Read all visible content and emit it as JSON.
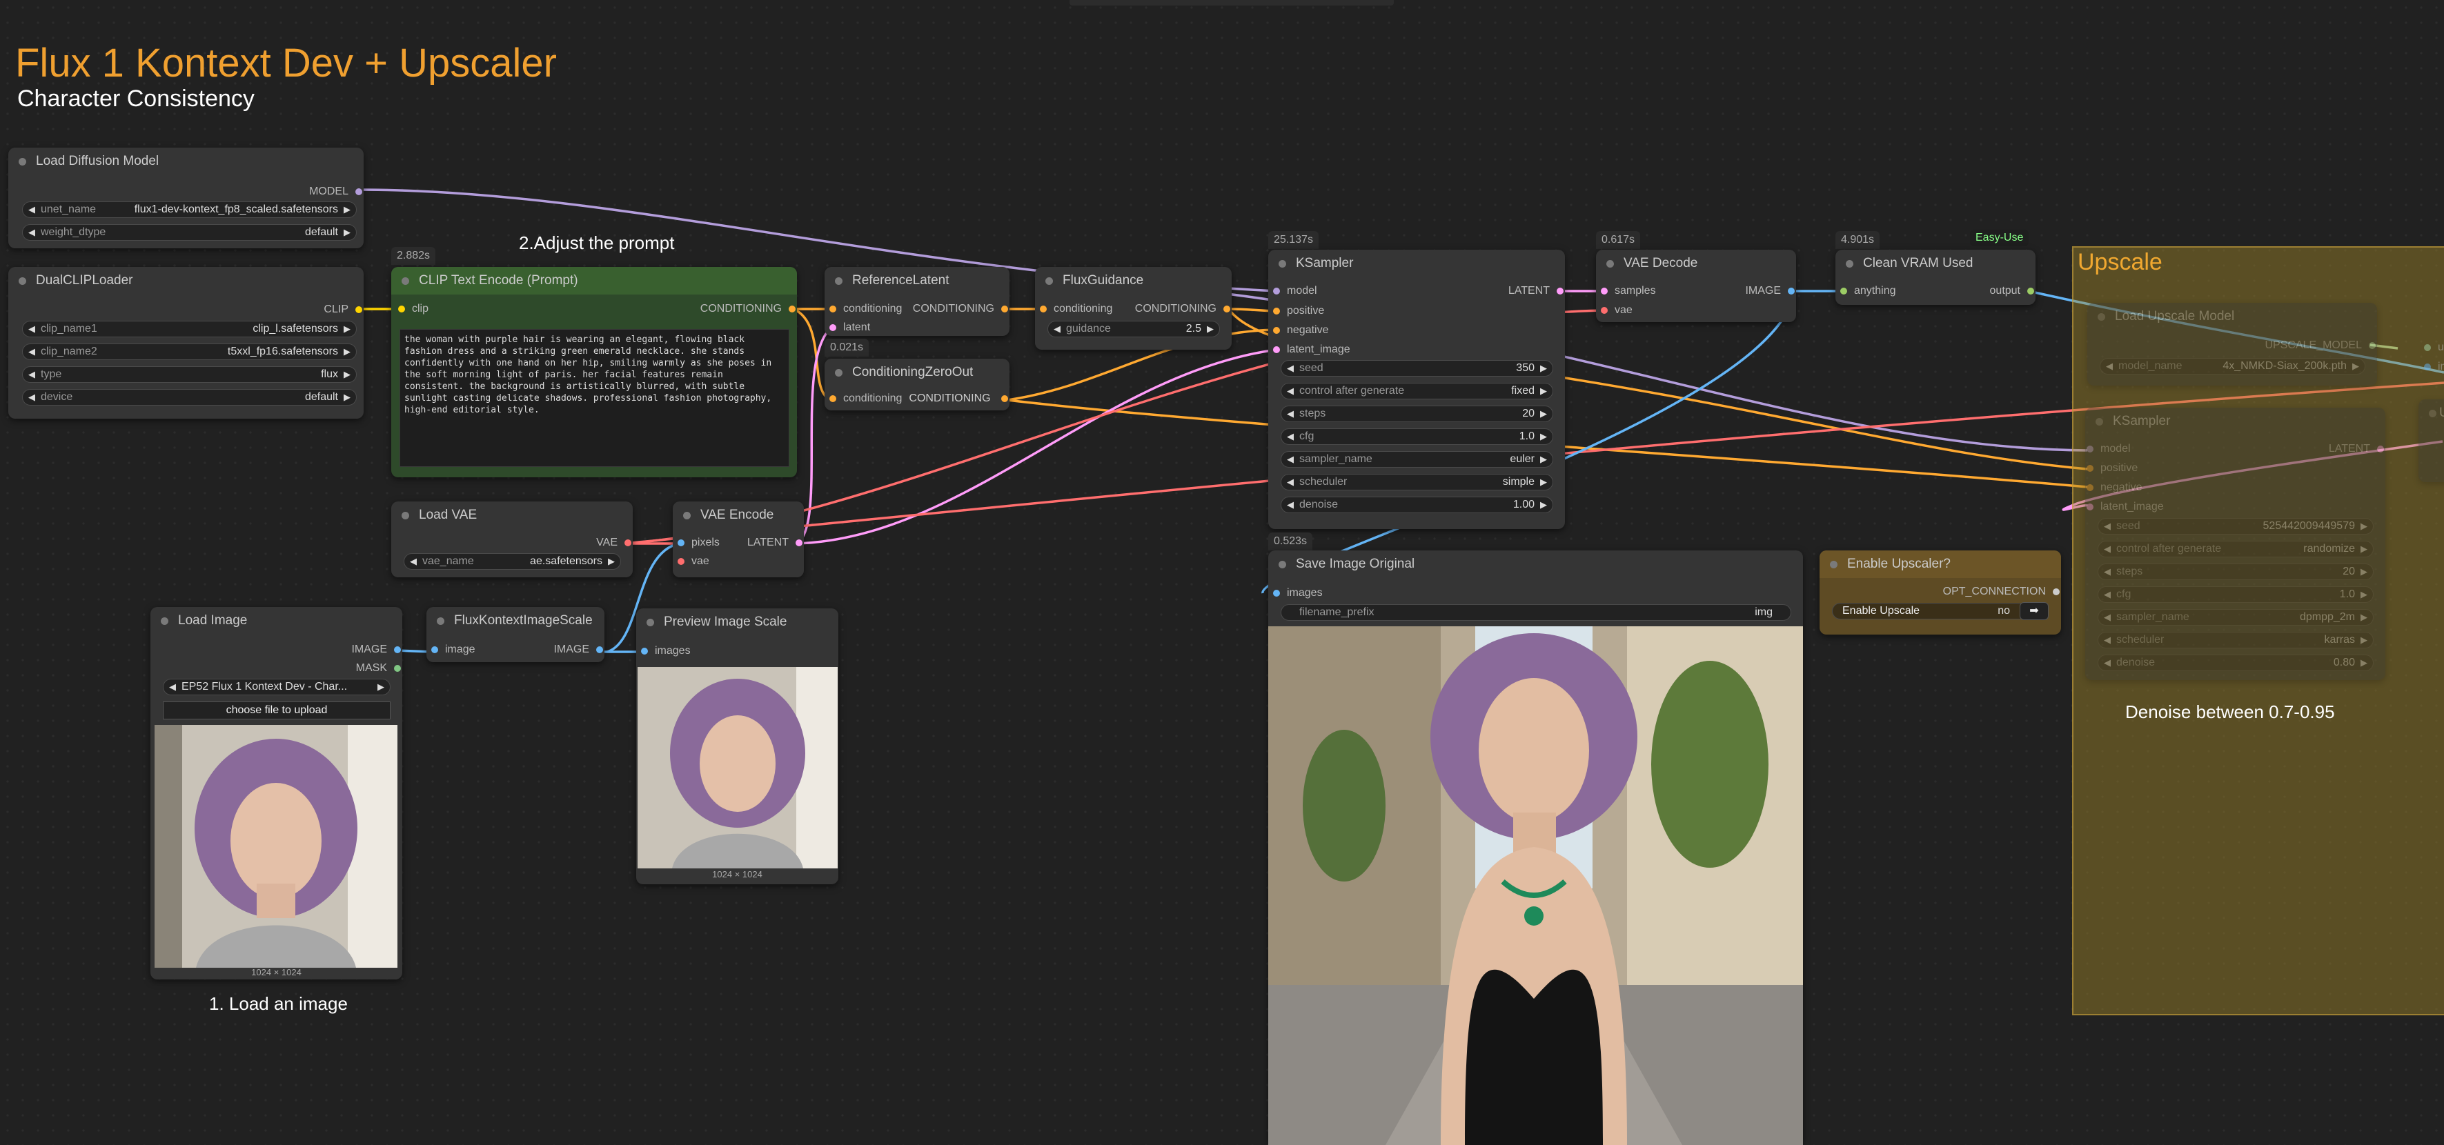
{
  "header": {
    "title": "Flux 1 Kontext Dev + Upscaler",
    "subtitle": "Character Consistency"
  },
  "notes": {
    "adjust_prompt": "2.Adjust the prompt",
    "load_image": "1. Load an image",
    "denoise": "Denoise between 0.7-0.95"
  },
  "badge": "Easy-Use",
  "timings": {
    "clip": "2.882s",
    "czero": "0.021s",
    "ksampler": "25.137s",
    "vae_decode": "0.617s",
    "clean_vram": "4.901s",
    "save": "0.523s"
  },
  "nodes": {
    "load_diffusion": {
      "title": "Load Diffusion Model",
      "out_model": "MODEL",
      "unet_label": "unet_name",
      "unet_value": "flux1-dev-kontext_fp8_scaled.safetensors",
      "dtype_label": "weight_dtype",
      "dtype_value": "default"
    },
    "dual_clip": {
      "title": "DualCLIPLoader",
      "out_clip": "CLIP",
      "clip1_label": "clip_name1",
      "clip1_value": "clip_l.safetensors",
      "clip2_label": "clip_name2",
      "clip2_value": "t5xxl_fp16.safetensors",
      "type_label": "type",
      "type_value": "flux",
      "device_label": "device",
      "device_value": "default"
    },
    "clip_encode": {
      "title": "CLIP Text Encode (Prompt)",
      "in_clip": "clip",
      "out_cond": "CONDITIONING",
      "prompt": "the woman with purple hair is wearing an elegant, flowing black fashion dress and a striking green emerald necklace. she stands confidently with one hand on her hip, smiling warmly as she poses in the soft morning light of paris. her facial features remain consistent. the background is artistically blurred, with subtle sunlight casting delicate shadows. professional fashion photography, high-end editorial style."
    },
    "ref_latent": {
      "title": "ReferenceLatent",
      "in_cond": "conditioning",
      "in_latent": "latent",
      "out_cond": "CONDITIONING"
    },
    "czero": {
      "title": "ConditioningZeroOut",
      "in_cond": "conditioning",
      "out_cond": "CONDITIONING"
    },
    "flux_guidance": {
      "title": "FluxGuidance",
      "in_cond": "conditioning",
      "out_cond": "CONDITIONING",
      "guidance_label": "guidance",
      "guidance_value": "2.5"
    },
    "ksampler": {
      "title": "KSampler",
      "in_model": "model",
      "in_pos": "positive",
      "in_neg": "negative",
      "in_latent": "latent_image",
      "out_latent": "LATENT",
      "widgets": [
        {
          "label": "seed",
          "value": "350"
        },
        {
          "label": "control after generate",
          "value": "fixed"
        },
        {
          "label": "steps",
          "value": "20"
        },
        {
          "label": "cfg",
          "value": "1.0"
        },
        {
          "label": "sampler_name",
          "value": "euler"
        },
        {
          "label": "scheduler",
          "value": "simple"
        },
        {
          "label": "denoise",
          "value": "1.00"
        }
      ]
    },
    "vae_decode": {
      "title": "VAE Decode",
      "in_samples": "samples",
      "in_vae": "vae",
      "out_image": "IMAGE"
    },
    "clean_vram": {
      "title": "Clean VRAM Used",
      "in_anything": "anything",
      "out_output": "output"
    },
    "load_vae": {
      "title": "Load VAE",
      "out_vae": "VAE",
      "vae_label": "vae_name",
      "vae_value": "ae.safetensors"
    },
    "vae_encode": {
      "title": "VAE Encode",
      "in_pixels": "pixels",
      "in_vae": "vae",
      "out_latent": "LATENT"
    },
    "load_image": {
      "title": "Load Image",
      "out_image": "IMAGE",
      "out_mask": "MASK",
      "image_value": "EP52 Flux 1 Kontext Dev - Char...",
      "upload_label": "choose file to upload",
      "caption": "1024 × 1024"
    },
    "flux_scale": {
      "title": "FluxKontextImageScale",
      "in_image": "image",
      "out_image": "IMAGE"
    },
    "preview": {
      "title": "Preview Image Scale",
      "in_images": "images",
      "caption": "1024 × 1024"
    },
    "save_image": {
      "title": "Save Image Original",
      "in_images": "images",
      "prefix_label": "filename_prefix",
      "prefix_value": "img"
    },
    "enable_upscaler": {
      "title": "Enable Upscaler?",
      "out_opt": "OPT_CONNECTION",
      "toggle_label": "Enable Upscale",
      "toggle_value": "no"
    }
  },
  "upscale_group": {
    "title": "Upscale",
    "load_upscale": {
      "title": "Load Upscale Model",
      "out": "UPSCALE_MODEL",
      "model_label": "model_name",
      "model_value": "4x_NMKD-Siax_200k.pth"
    },
    "ksampler2": {
      "title": "KSampler",
      "in_model": "model",
      "in_pos": "positive",
      "in_neg": "negative",
      "in_latent": "latent_image",
      "out_latent": "LATENT",
      "widgets": [
        {
          "label": "seed",
          "value": "525442009449579"
        },
        {
          "label": "control after generate",
          "value": "randomize"
        },
        {
          "label": "steps",
          "value": "20"
        },
        {
          "label": "cfg",
          "value": "1.0"
        },
        {
          "label": "sampler_name",
          "value": "dpmpp_2m"
        },
        {
          "label": "scheduler",
          "value": "karras"
        },
        {
          "label": "denoise",
          "value": "0.80"
        }
      ]
    },
    "partial_a": "Ups",
    "partial_b": "upsca",
    "partial_c": "image"
  },
  "colors": {
    "model": "#b39ddb",
    "clip": "#ffd500",
    "conditioning": "#ffa931",
    "latent": "#ff9cf9",
    "vae": "#ff6e6e",
    "image": "#64b5f6",
    "title_orange": "#f0a030"
  }
}
